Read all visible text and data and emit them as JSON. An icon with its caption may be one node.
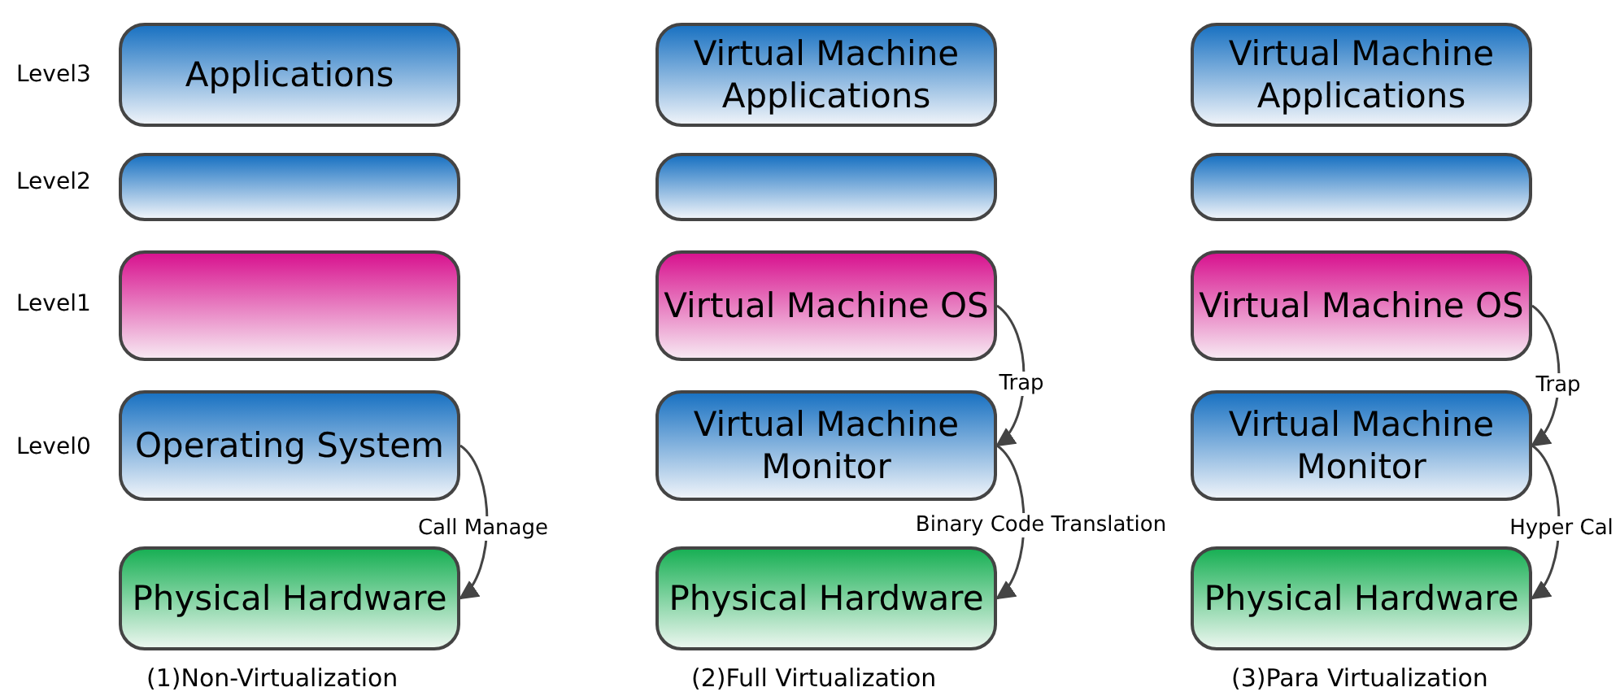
{
  "diagram": {
    "nodes": [
      {
        "text": [
          "Applications"
        ]
      },
      {
        "text": [],
        "shape": "box"
      },
      {
        "text": [],
        "shape": "box"
      },
      {
        "text": [
          "Operating System"
        ]
      },
      {
        "text": [
          "Physical Hardware"
        ]
      },
      {
        "text": [
          "Virtual Machine Applications"
        ]
      },
      {
        "text": [],
        "shape": "box"
      },
      {
        "text": [
          "Virtual Machine OS"
        ]
      },
      {
        "text": [
          "Virtual Machine Monitor"
        ]
      },
      {
        "text": [
          "Physical Hardware"
        ]
      },
      {
        "text": [
          "Virtual Machine Applications"
        ]
      },
      {
        "text": [],
        "shape": "box"
      },
      {
        "text": [
          "Virtual Machine OS"
        ]
      },
      {
        "text": [
          "Virtual Machine Monitor"
        ]
      },
      {
        "text": [
          "Physical Hardware"
        ]
      }
    ],
    "edges": [
      {
        "from": 3,
        "to": 4,
        "arrow": "to",
        "label": "Call Manage"
      },
      {
        "from": 7,
        "to": 8,
        "arrow": "to",
        "label": "Trap"
      },
      {
        "from": 8,
        "to": 9,
        "arrow": "to",
        "label": "Binary Code Translation"
      },
      {
        "from": 12,
        "to": 13,
        "arrow": "to",
        "label": "Trap"
      },
      {
        "from": 13,
        "to": 14,
        "arrow": "to",
        "label": "Hyper Cal"
      }
    ],
    "labels": [
      "Level3",
      "Level2",
      "Level1",
      "Level0",
      "(1)Non-Virtualization",
      "(2)Full Virtualization",
      "(3)Para Virtualization"
    ]
  }
}
